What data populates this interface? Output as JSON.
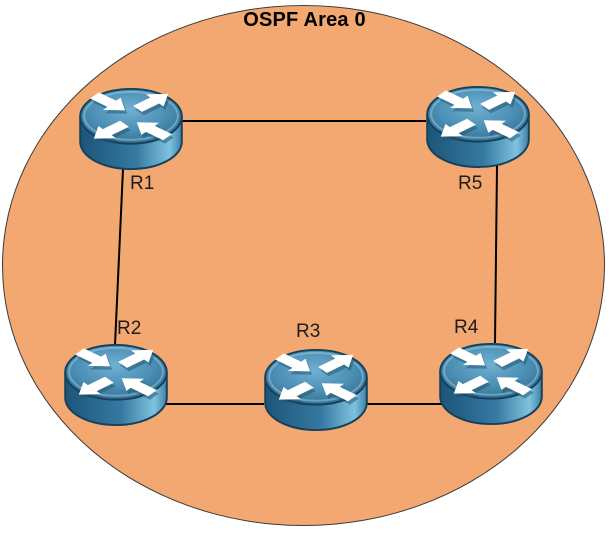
{
  "diagram": {
    "title": "OSPF Area 0",
    "type": "network-topology",
    "colors": {
      "area_fill": "#F2A870",
      "area_border": "#3B3B3B",
      "link": "#000000",
      "router_top_light": "#6FB0D2",
      "router_top_dark": "#2D6487",
      "router_side_dark": "#1D5578",
      "router_side_light": "#7FC2DE",
      "router_outline": "#16415C",
      "arrow": "#FFFFFF",
      "label_text": "#1C1C1C",
      "title_text": "#000000"
    },
    "routers": [
      {
        "id": "r1",
        "label": "R1"
      },
      {
        "id": "r2",
        "label": "R2"
      },
      {
        "id": "r3",
        "label": "R3"
      },
      {
        "id": "r4",
        "label": "R4"
      },
      {
        "id": "r5",
        "label": "R5"
      }
    ],
    "links": [
      {
        "from": "R1",
        "to": "R5"
      },
      {
        "from": "R1",
        "to": "R2"
      },
      {
        "from": "R2",
        "to": "R3"
      },
      {
        "from": "R3",
        "to": "R4"
      },
      {
        "from": "R4",
        "to": "R5"
      }
    ]
  }
}
